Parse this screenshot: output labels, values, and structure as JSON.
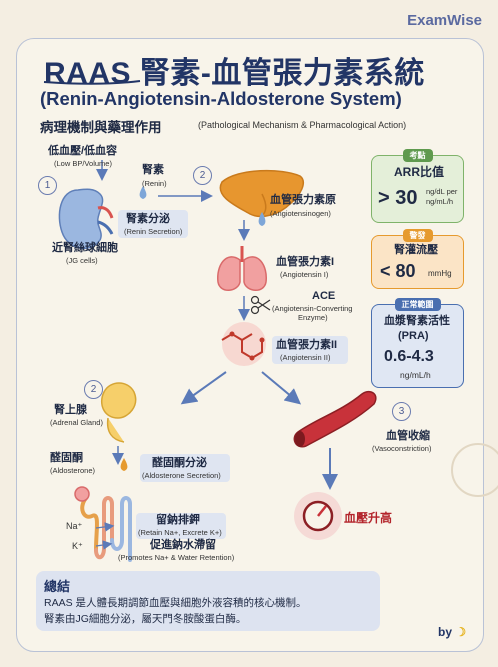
{
  "brand": "ExamWise",
  "title": {
    "main": "RAAS 腎素-血管張力素系統",
    "subtitle": "(Renin-Angiotensin-Aldosterone System)",
    "heading_zh": "病理機制與藥理作用",
    "heading_en": "(Pathological Mechanism & Pharmacological Action)"
  },
  "steps": [
    "1",
    "2",
    "2",
    "3"
  ],
  "flow": {
    "trigger": {
      "zh": "低血壓/低血容",
      "en": "(Low BP/Volume)"
    },
    "renin": {
      "zh": "腎素",
      "en": "(Renin)"
    },
    "renin_secretion": {
      "zh": "腎素分泌",
      "en": "(Renin Secretion)"
    },
    "jg_cells": {
      "zh": "近腎絲球細胞",
      "en": "(JG cells)"
    },
    "angiotensinogen": {
      "zh": "血管張力素原",
      "en": "(Angiotensinogen)"
    },
    "ang1": {
      "zh": "血管張力素I",
      "en": "(Angiotensin I)"
    },
    "ace": {
      "zh": "ACE",
      "en1": "(Angiotensin-Converting",
      "en2": "Enzyme)"
    },
    "ang2": {
      "zh": "血管張力素II",
      "en": "(Angiotensin II)"
    },
    "adrenal": {
      "zh": "腎上腺",
      "en": "(Adrenal Gland)"
    },
    "aldosterone": {
      "zh": "醛固酮",
      "en": "(Aldosterone)"
    },
    "aldo_secretion": {
      "zh": "醛固酮分泌",
      "en": "(Aldosterone Secretion)"
    },
    "retain": {
      "zh": "留鈉排鉀",
      "en": "(Retain Na+, Excrete K+)"
    },
    "promote": {
      "zh": "促進鈉水滯留",
      "en": "(Promotes Na+ & Water Retention)"
    },
    "na": "Na⁺",
    "k": "K⁺",
    "vasoconstriction": {
      "zh": "血管收縮",
      "en": "(Vasoconstriction)"
    },
    "bp_up": "血壓升高"
  },
  "side": {
    "exam": {
      "tag": "考點",
      "title": "ARR比值",
      "value": "> 30",
      "unit1": "ng/dL per",
      "unit2": "ng/mL/h"
    },
    "warning": {
      "tag": "警發",
      "title": "腎灌流壓",
      "value": "< 80",
      "unit": "mmHg"
    },
    "normal": {
      "tag": "正常範圍",
      "title1": "血漿腎素活性",
      "title2": "(PRA)",
      "value": "0.6-4.3",
      "unit": "ng/mL/h"
    }
  },
  "summary": {
    "heading": "總結",
    "line1": "RAAS 是人體長期調節血壓與細胞外液容積的核心機制。",
    "line2": "腎素由JG細胞分泌，屬天門冬胺酸蛋白酶。"
  },
  "footer": {
    "by": "by"
  },
  "colors": {
    "navy": "#223566",
    "green": "#5f9a4e",
    "orange": "#e69a2e",
    "blue": "#4a6fb0",
    "red": "#c8323a",
    "bg": "#f8f4ea"
  }
}
